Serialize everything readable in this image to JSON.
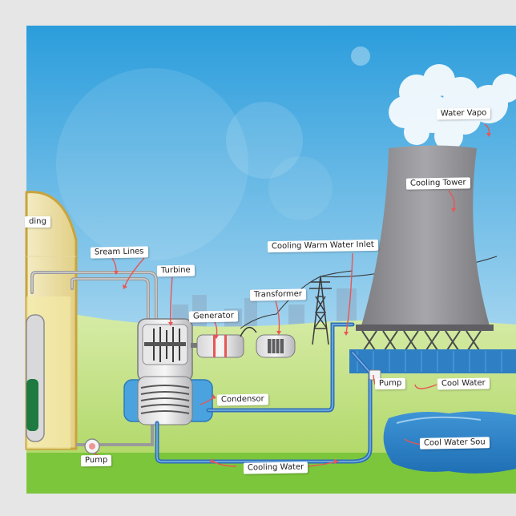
{
  "colors": {
    "sky_top": "#3aa6df",
    "sky_bottom": "#d6ecf6",
    "ground": "#b9dc6a",
    "grass": "#7cc63c",
    "water": "#2f86c9",
    "tower": "#8f8f93",
    "arrow": "#e85656",
    "pipe": "#9a9a9a"
  },
  "labels": {
    "containment_building": "ding",
    "steam_lines": "Sream Lines",
    "turbine": "Turbine",
    "generator": "Generator",
    "transformer": "Transformer",
    "cooling_warm_water_inlet": "Cooling Warm Water Inlet",
    "water_vapor": "Water Vapo",
    "cooling_tower": "Cooling Tower",
    "condensor": "Condensor",
    "pump_right": "Pump",
    "cool_water": "Cool Water",
    "cool_water_source": "Cool Water Sou",
    "pump_left": "Pump",
    "cooling_water": "Cooling Water"
  }
}
